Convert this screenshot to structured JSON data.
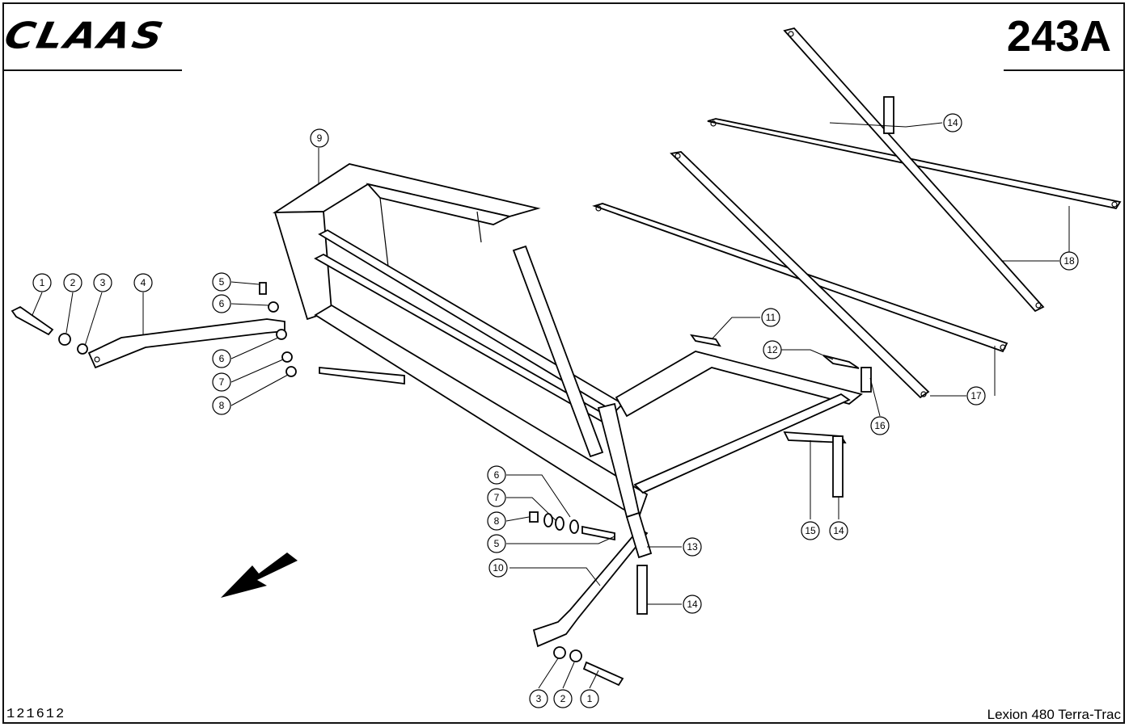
{
  "header": {
    "brand": "CLAAS",
    "page_number": "243A"
  },
  "footer": {
    "diagram_number": "121612",
    "model": "Lexion 480 Terra-Trac"
  },
  "callouts": [
    "1",
    "2",
    "3",
    "4",
    "5",
    "6",
    "6",
    "7",
    "8",
    "9",
    "11",
    "12",
    "14",
    "16",
    "17",
    "18",
    "6",
    "7",
    "8",
    "5",
    "10",
    "13",
    "14",
    "15",
    "14",
    "3",
    "2",
    "1"
  ],
  "icons": {
    "direction": "arrow-pointing-forward-left"
  }
}
